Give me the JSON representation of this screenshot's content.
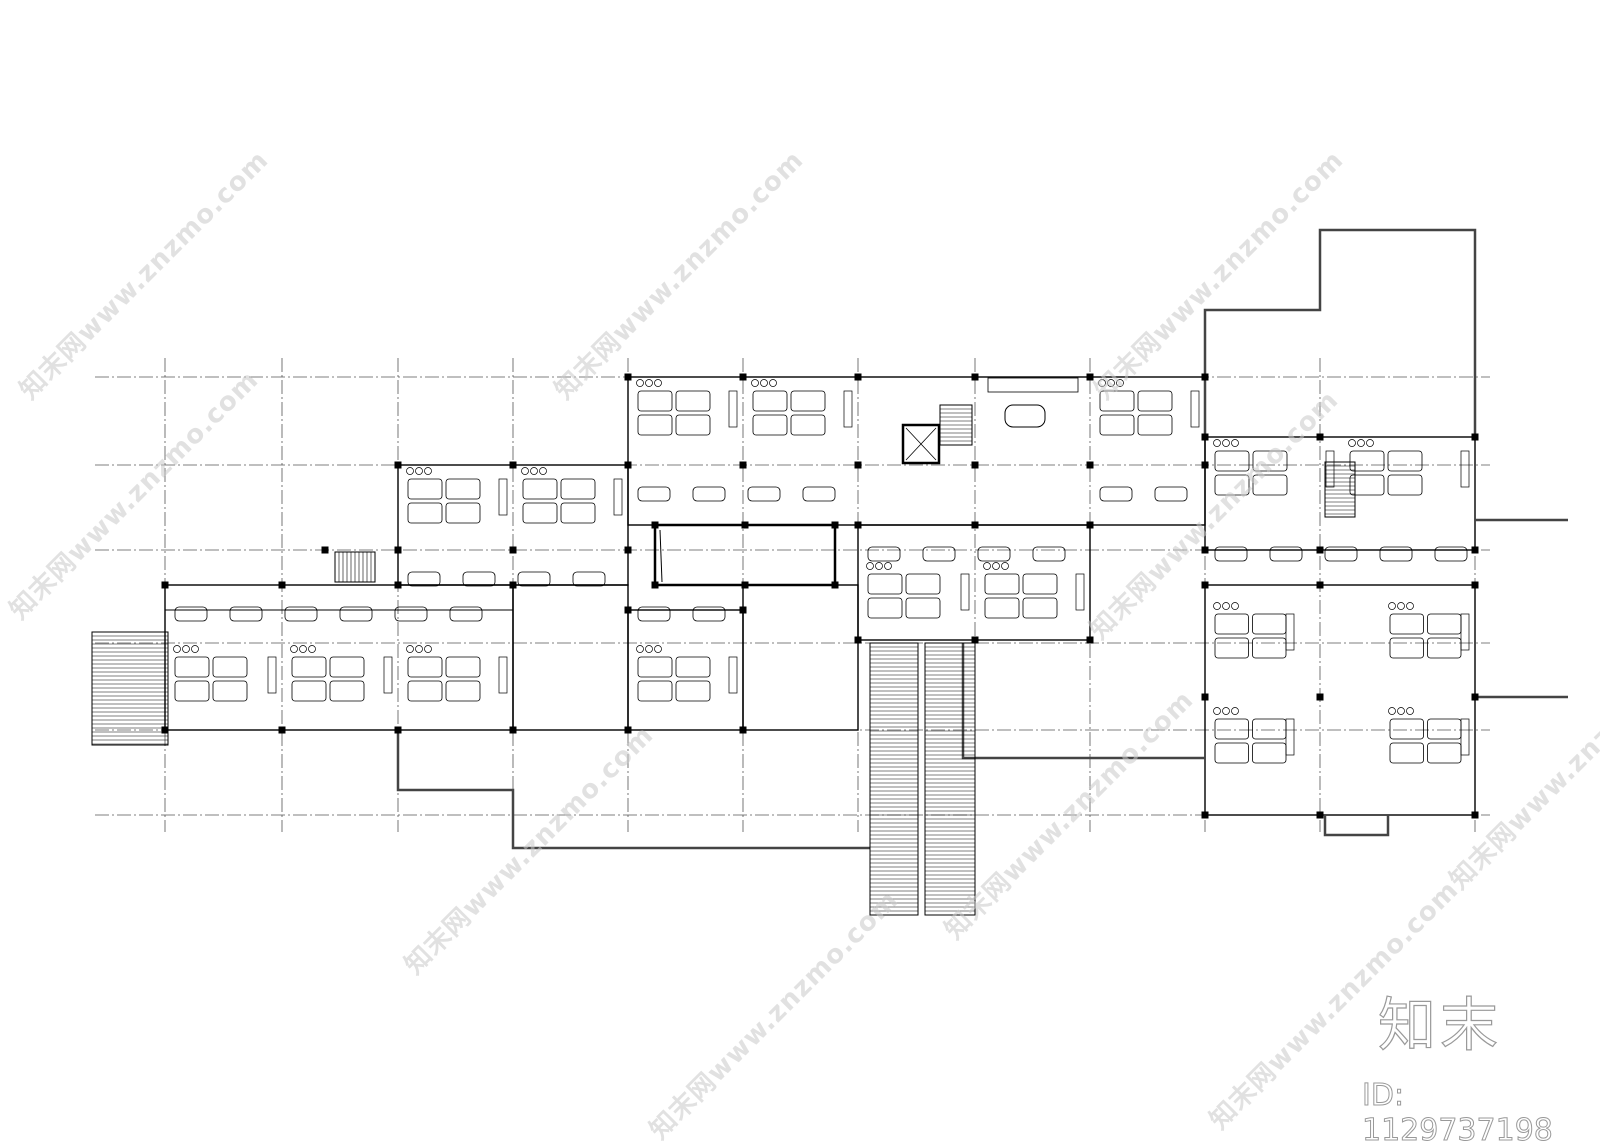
{
  "drawing": {
    "type": "architectural floor plan",
    "line_color": "#000000",
    "background": "#ffffff"
  },
  "watermark": {
    "text": "知末网www.znzmo.com",
    "logo": "知末",
    "id_label": "ID: 1129737198"
  }
}
